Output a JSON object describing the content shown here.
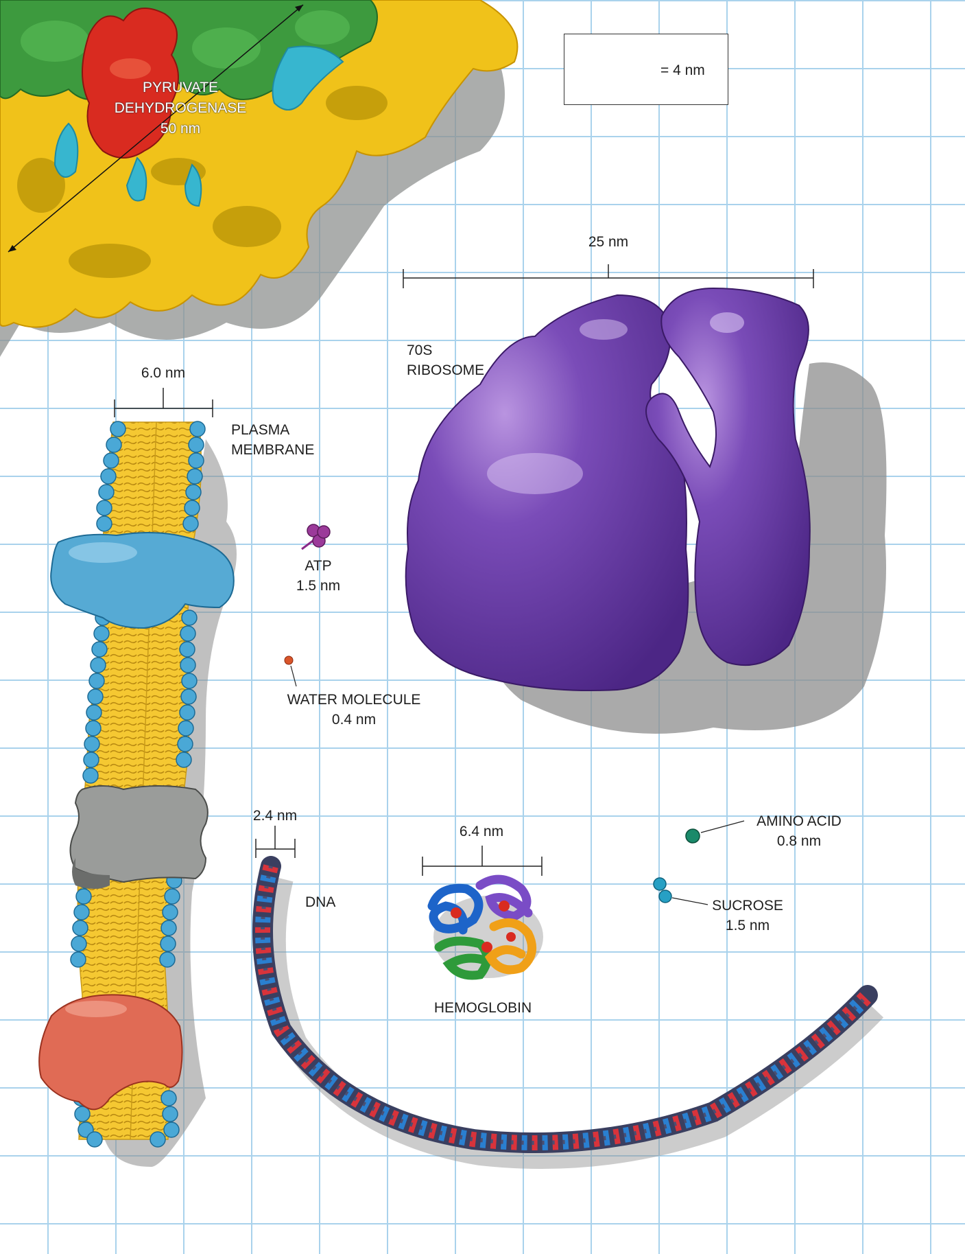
{
  "scale_legend": {
    "label": "= 4 nm"
  },
  "pyruvate_dehydrogenase": {
    "line1": "PYRUVATE",
    "line2": "DEHYDROGENASE",
    "size": "50 nm"
  },
  "ribosome": {
    "size": "25 nm",
    "line1": "70S",
    "line2": "RIBOSOME"
  },
  "plasma_membrane": {
    "size": "6.0 nm",
    "line1": "PLASMA",
    "line2": "MEMBRANE"
  },
  "atp": {
    "name": "ATP",
    "size": "1.5 nm"
  },
  "water": {
    "name": "WATER MOLECULE",
    "size": "0.4 nm"
  },
  "dna": {
    "size": "2.4 nm",
    "name": "DNA"
  },
  "hemoglobin": {
    "size": "6.4 nm",
    "name": "HEMOGLOBIN"
  },
  "amino_acid": {
    "name": "AMINO ACID",
    "size": "0.8 nm"
  },
  "sucrose": {
    "name": "SUCROSE",
    "size": "1.5 nm"
  },
  "colors": {
    "grid": "#a9d2ec",
    "ribosome": "#6a3fa0",
    "membrane_lipid": "#f2c531",
    "lipid_head": "#4aa8d6",
    "dna_backbone": "#3a3f60",
    "dna_base_red": "#d8333b",
    "dna_base_blue": "#2a7fd0"
  }
}
